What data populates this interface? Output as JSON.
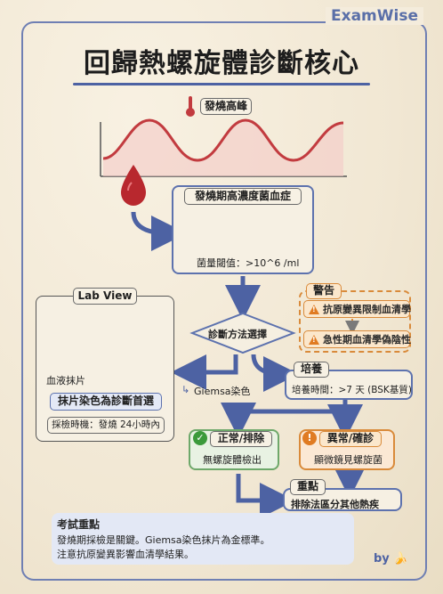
{
  "brand": "ExamWise",
  "title": "回歸熱螺旋體診斷核心",
  "fever": {
    "label": "發燒高峰"
  },
  "bacteremia": {
    "label": "發燒期高濃度菌血症",
    "threshold": "菌量閾值：>10^6 /ml"
  },
  "lab_view": {
    "title": "Lab View",
    "smear_label": "血液抹片",
    "main": "抹片染色為診斷首選",
    "timing": "採檢時機：發燒 24小時內"
  },
  "method": {
    "label": "診斷方法選擇"
  },
  "giemsa": {
    "label": "Giemsa染色",
    "arrow": "↳"
  },
  "warning": {
    "title": "警告",
    "items": [
      "抗原變異限制血清學",
      "急性期血清學偽陰性"
    ]
  },
  "culture": {
    "title": "培養",
    "time": "培養時間：>7 天 (BSK基質)"
  },
  "normal": {
    "title": "正常/排除",
    "desc": "無螺旋體檢出",
    "icon": "check-icon"
  },
  "abnormal": {
    "title": "異常/確診",
    "desc": "顯微鏡見螺旋菌",
    "icon": "alert-icon"
  },
  "key": {
    "title": "重點",
    "desc": "排除法區分其他熱疾"
  },
  "footer": {
    "title": "考試重點",
    "lines": [
      "發燒期採檢是關鍵。Giemsa染色抹片為金標準。",
      "注意抗原變異影響血清學結果。"
    ]
  },
  "byline": "by 🍌",
  "colors": {
    "accent": "#5d72ae",
    "warning": "#d98a3a",
    "blood": "#b8282e",
    "success": "#3b9a3b"
  }
}
